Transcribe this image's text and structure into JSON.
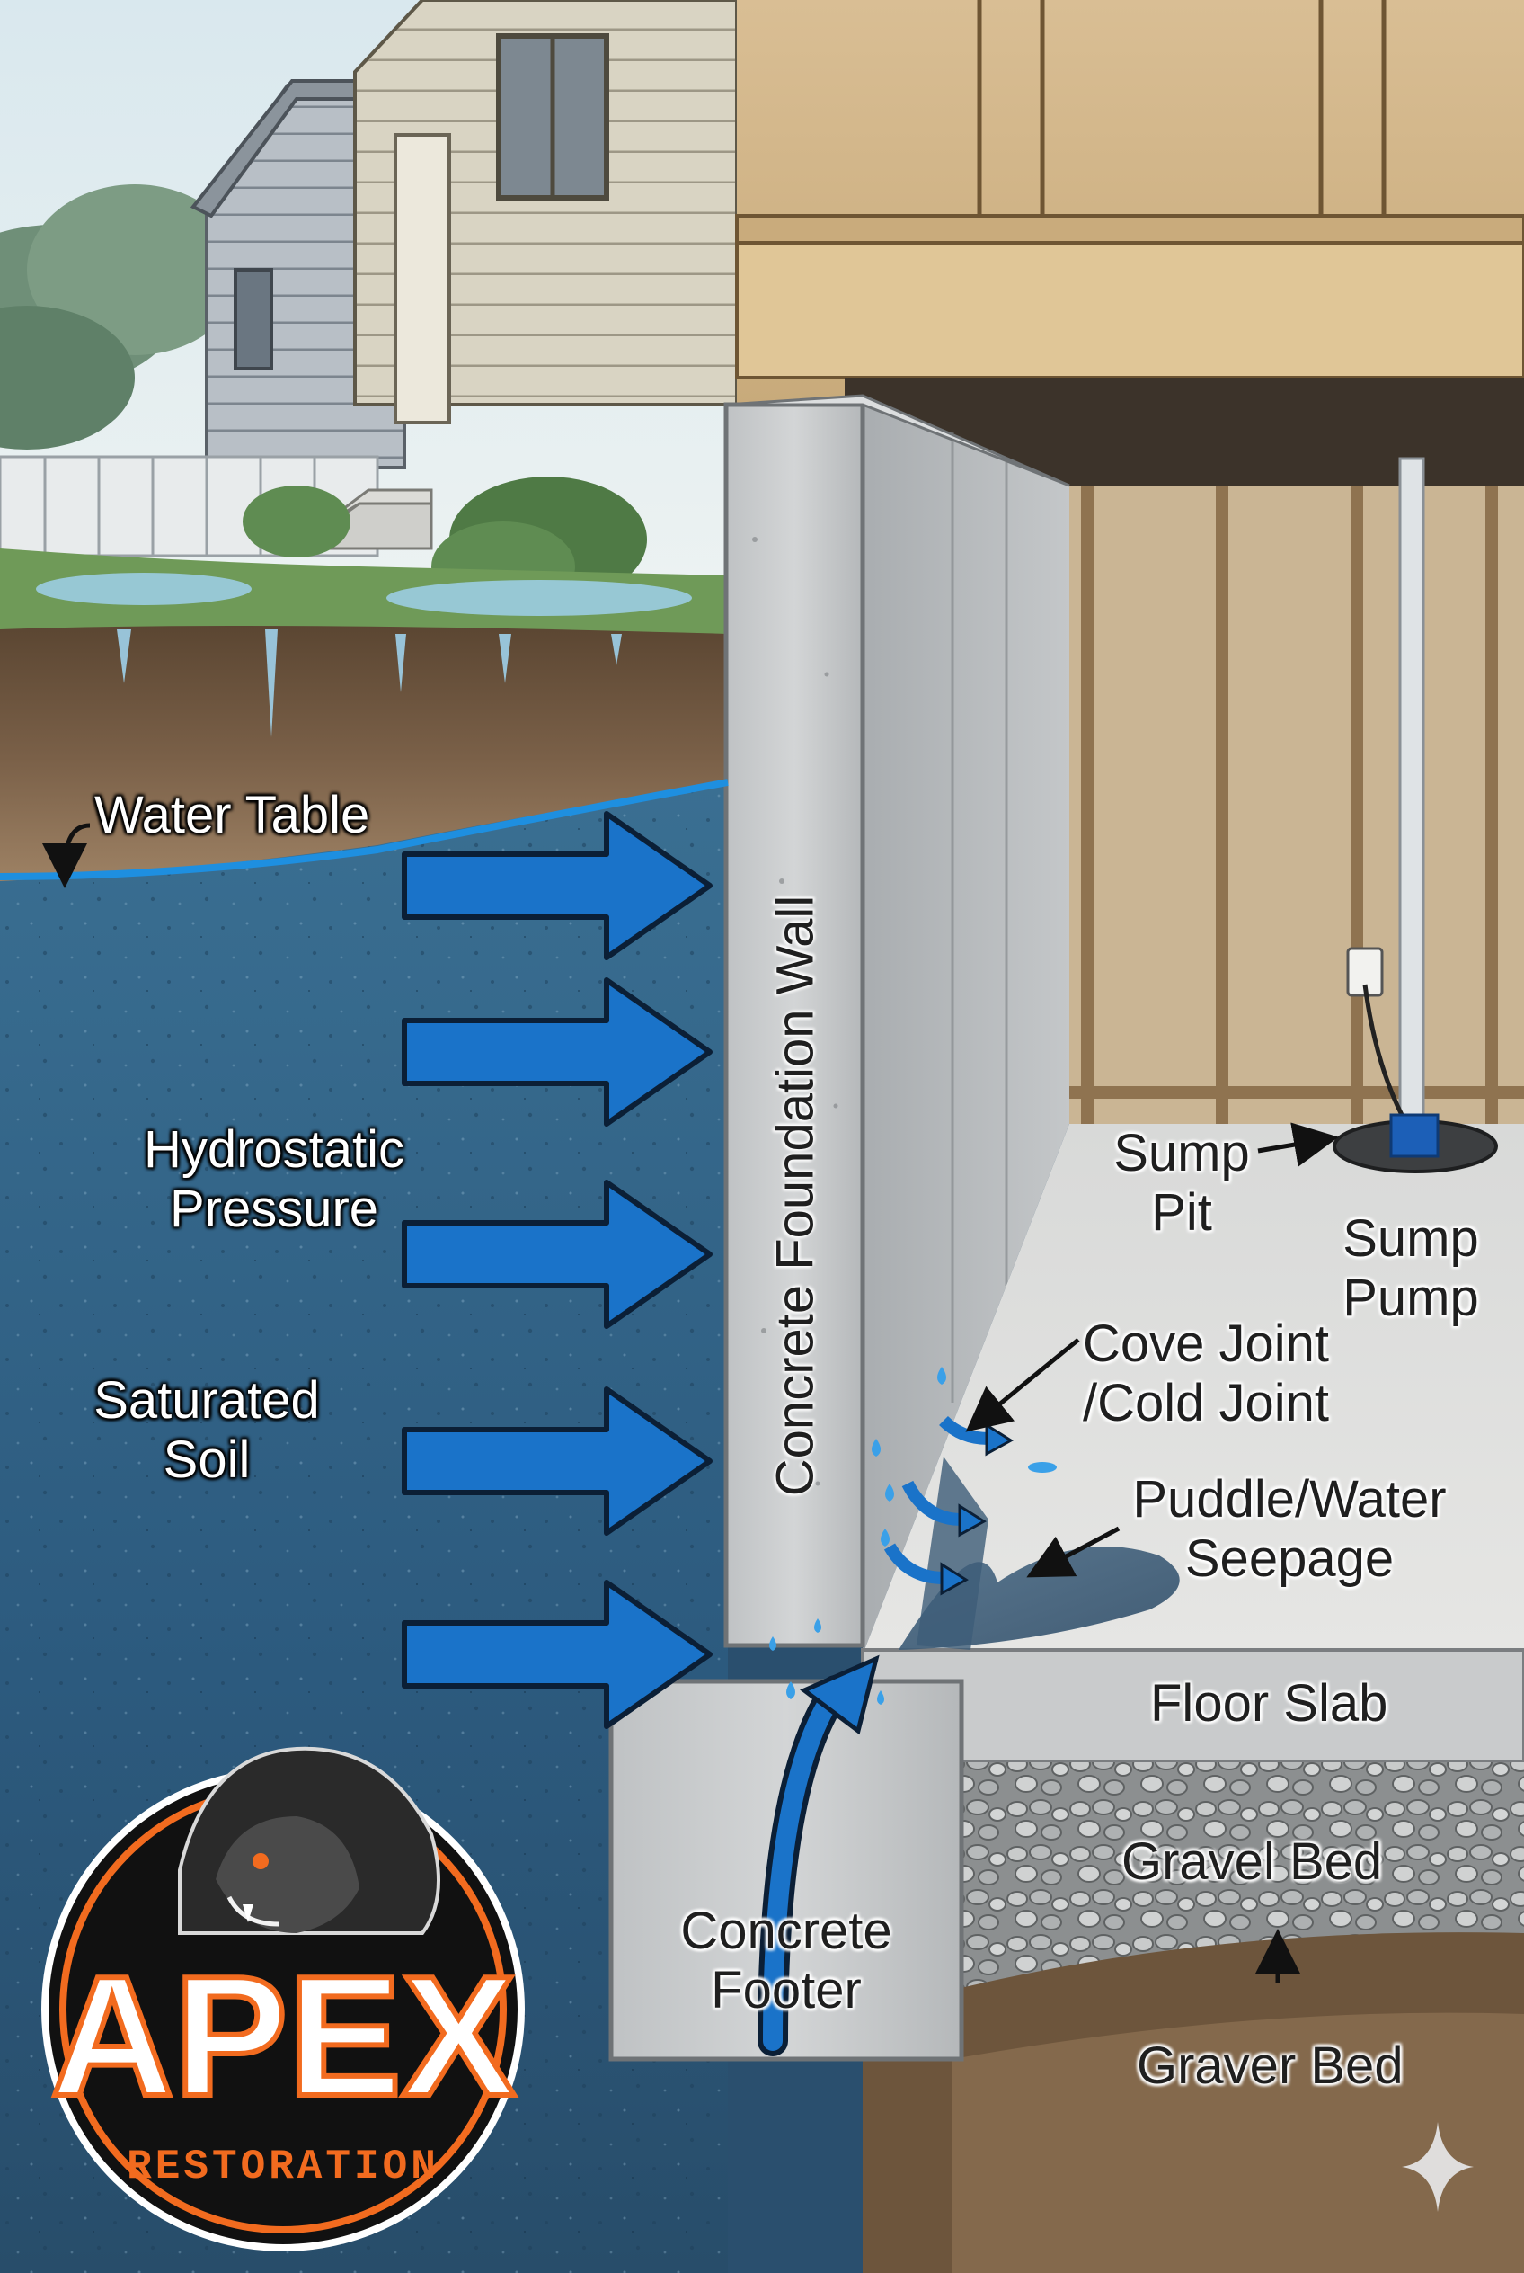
{
  "labels": {
    "water_table": "Water Table",
    "hydrostatic_pressure": [
      "Hydrostatic",
      "Pressure"
    ],
    "saturated_soil": [
      "Saturated",
      "Soil"
    ],
    "concrete_foundation_wall": "Concrete Foundation Wall",
    "sump_pit": [
      "Sump",
      "Pit"
    ],
    "sump_pump": [
      "Sump",
      "Pump"
    ],
    "cove_joint": [
      "Cove Joint",
      "/Cold Joint"
    ],
    "puddle": [
      "Puddle/Water",
      "Seepage"
    ],
    "floor_slab": "Floor Slab",
    "gravel_bed": "Gravel Bed",
    "concrete_footer": [
      "Concrete",
      "Footer"
    ],
    "graver_bed": "Graver Bed"
  },
  "logo": {
    "wordmark": "APEX",
    "tagline": "RESTORATION"
  },
  "icons": [
    "sparkle-icon",
    "lion-mascot-icon"
  ],
  "colors": {
    "saturated_soil": "#2f5c80",
    "water_table_line": "#1e8fe0",
    "pressure_arrow": "#1a73c9",
    "concrete": "#c9cbcd",
    "logo_orange": "#f26b1f"
  }
}
